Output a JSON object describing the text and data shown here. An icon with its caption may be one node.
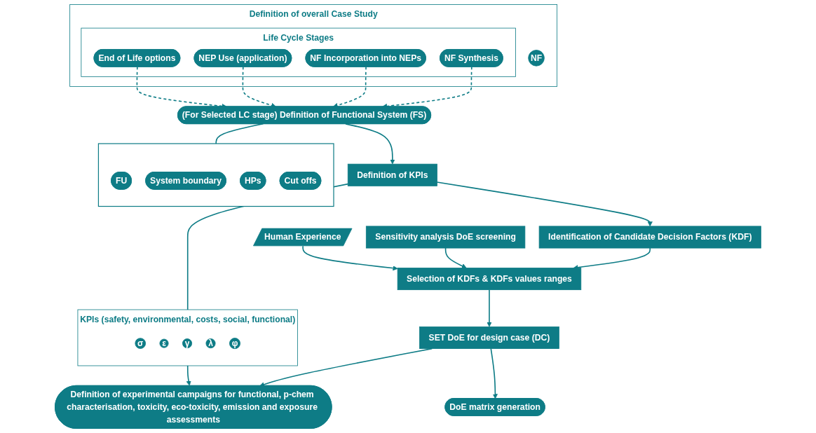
{
  "diagram": {
    "nodes": [
      {
        "text": [
          "Definition of overall Case Study"
        ]
      },
      {
        "text": [
          "Life Cycle Stages"
        ],
        "in": 0
      },
      {
        "text": [
          "NF"
        ],
        "in": 0
      },
      {
        "text": [
          "NF Synthesis"
        ],
        "in": 1
      },
      {
        "text": [
          "NF Incorporation into NEPs"
        ],
        "in": 1
      },
      {
        "text": [
          "NEP Use (application)"
        ],
        "in": 1
      },
      {
        "text": [
          "End of Life options"
        ],
        "in": 1
      },
      {
        "text": [
          "(For Selected LC stage) Definition of Functional System (FS)"
        ]
      },
      {
        "text": [],
        "shape": "box"
      },
      {
        "text": [
          "FU"
        ],
        "in": 8
      },
      {
        "text": [
          "System boundary"
        ],
        "in": 8
      },
      {
        "text": [
          "HPs"
        ],
        "in": 8
      },
      {
        "text": [
          "Cut offs"
        ],
        "in": 8
      },
      {
        "text": [
          "Definition of KPIs"
        ]
      },
      {
        "text": [
          "KPIs (safety, environmental, costs, social, functional)"
        ]
      },
      {
        "text": [
          "σ"
        ],
        "in": 14
      },
      {
        "text": [
          "ε"
        ],
        "in": 14
      },
      {
        "text": [
          "γ"
        ],
        "in": 14
      },
      {
        "text": [
          "λ"
        ],
        "in": 14
      },
      {
        "text": [
          "φ"
        ],
        "in": 14
      },
      {
        "text": [
          "Definition of experimental campaigns for functional, p-chem characterisation, toxicity, eco-toxicity, emission and exposure assessments"
        ]
      },
      {
        "text": [
          "Identification of Candidate Decision Factors (KDF)"
        ]
      },
      {
        "text": [
          "Sensitivity analysis DoE screening"
        ]
      },
      {
        "text": [
          "Human Experience"
        ]
      },
      {
        "text": [
          "Selection of KDFs & KDFs values ranges"
        ]
      },
      {
        "text": [
          "SET DoE for design case (DC)"
        ]
      },
      {
        "text": [
          "DoE matrix generation"
        ]
      }
    ],
    "edges": [
      {
        "from": 3,
        "to": 7,
        "arrow": "to",
        "style": "dashed"
      },
      {
        "from": 4,
        "to": 7,
        "arrow": "to",
        "style": "dashed"
      },
      {
        "from": 5,
        "to": 7,
        "arrow": "to",
        "style": "dashed"
      },
      {
        "from": 6,
        "to": 7,
        "arrow": "to",
        "style": "dashed"
      },
      {
        "from": 7,
        "to": 8,
        "arrow": "none"
      },
      {
        "from": 7,
        "to": 13,
        "arrow": "to"
      },
      {
        "from": 13,
        "to": 14,
        "arrow": "none"
      },
      {
        "from": 14,
        "to": 20,
        "arrow": "to"
      },
      {
        "from": 13,
        "to": 21,
        "arrow": "to"
      },
      {
        "from": 21,
        "to": 24,
        "arrow": "to"
      },
      {
        "from": 22,
        "to": 24,
        "arrow": "to"
      },
      {
        "from": 23,
        "to": 24,
        "arrow": "to"
      },
      {
        "from": 24,
        "to": 25,
        "arrow": "to"
      },
      {
        "from": 25,
        "to": 20,
        "arrow": "to"
      },
      {
        "from": 25,
        "to": 26,
        "arrow": "to"
      }
    ]
  }
}
